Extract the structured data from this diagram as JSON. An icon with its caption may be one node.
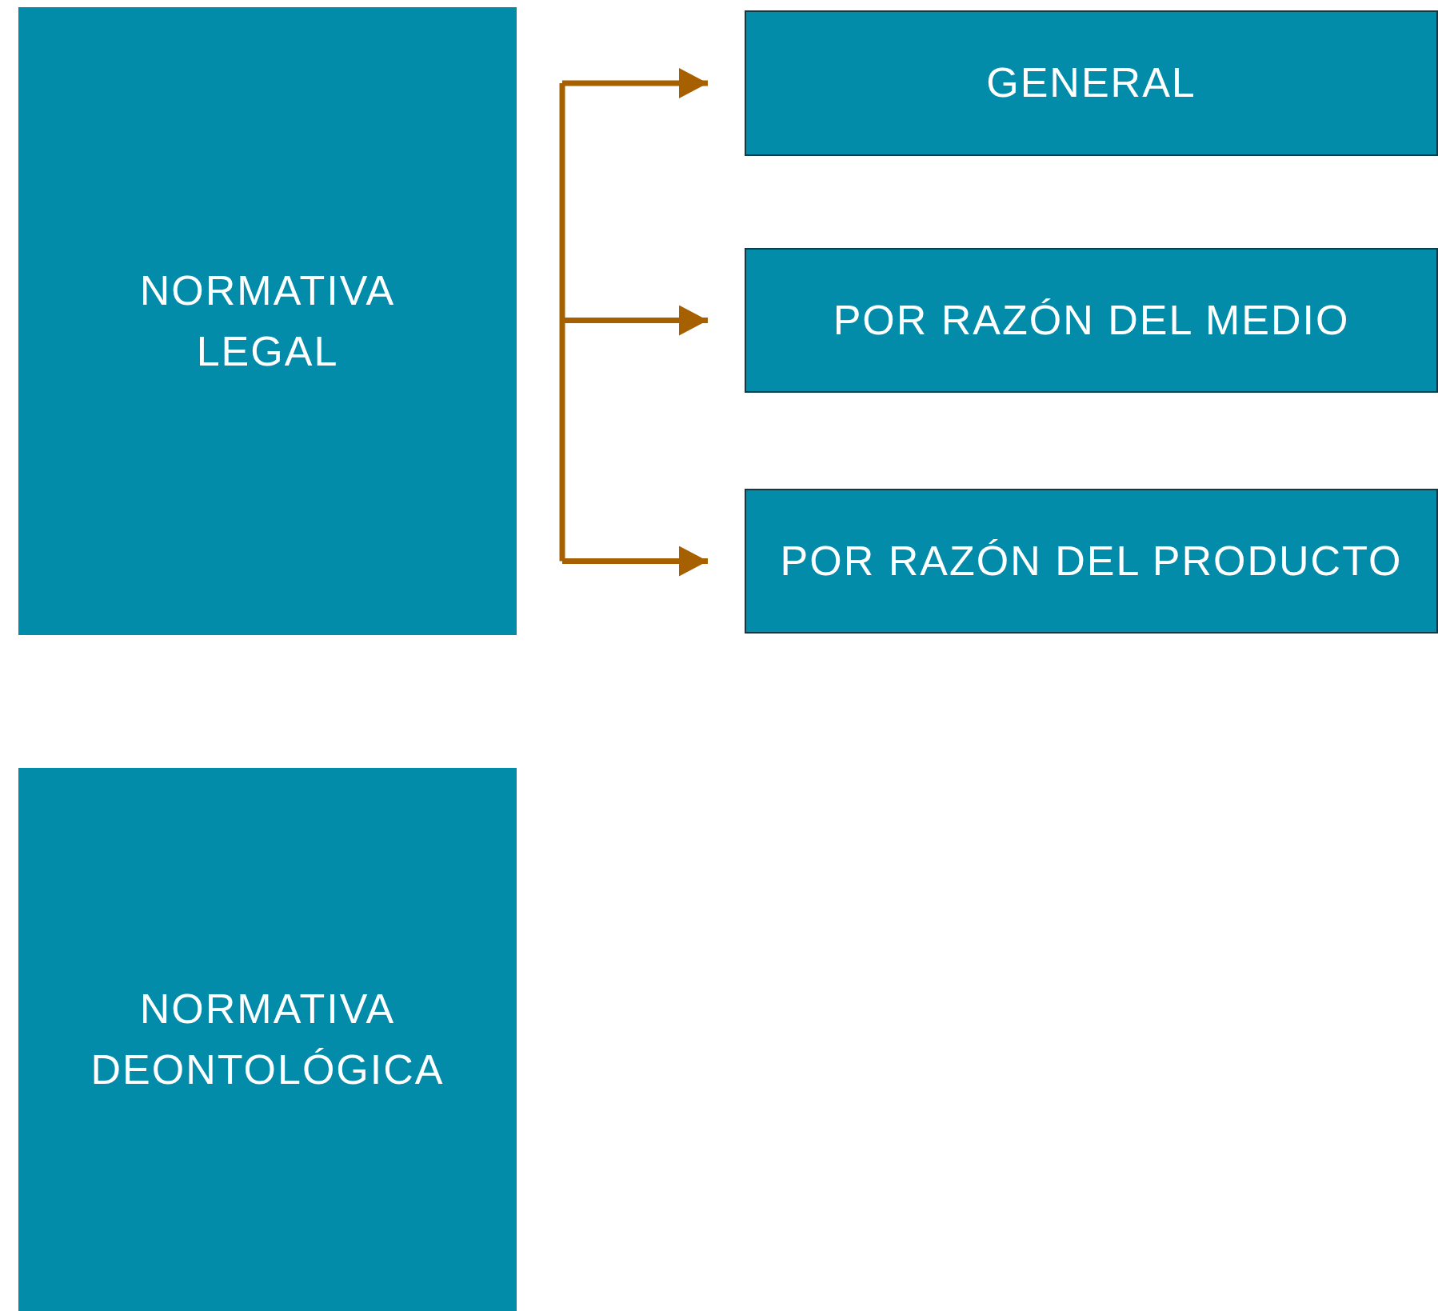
{
  "diagram": {
    "nodes": [
      {
        "text": [
          "NORMATIVA LEGAL"
        ]
      },
      {
        "text": [
          "GENERAL"
        ]
      },
      {
        "text": [
          "POR RAZÓN DEL MEDIO"
        ]
      },
      {
        "text": [
          "POR RAZÓN DEL PRODUCTO"
        ]
      },
      {
        "text": [
          "NORMATIVA DEONTOLÓGICA"
        ]
      }
    ],
    "edges": [
      {
        "from": null,
        "to": 1,
        "arrow": "to"
      },
      {
        "from": null,
        "to": 2,
        "arrow": "to"
      },
      {
        "from": null,
        "to": 3,
        "arrow": "to"
      }
    ]
  }
}
